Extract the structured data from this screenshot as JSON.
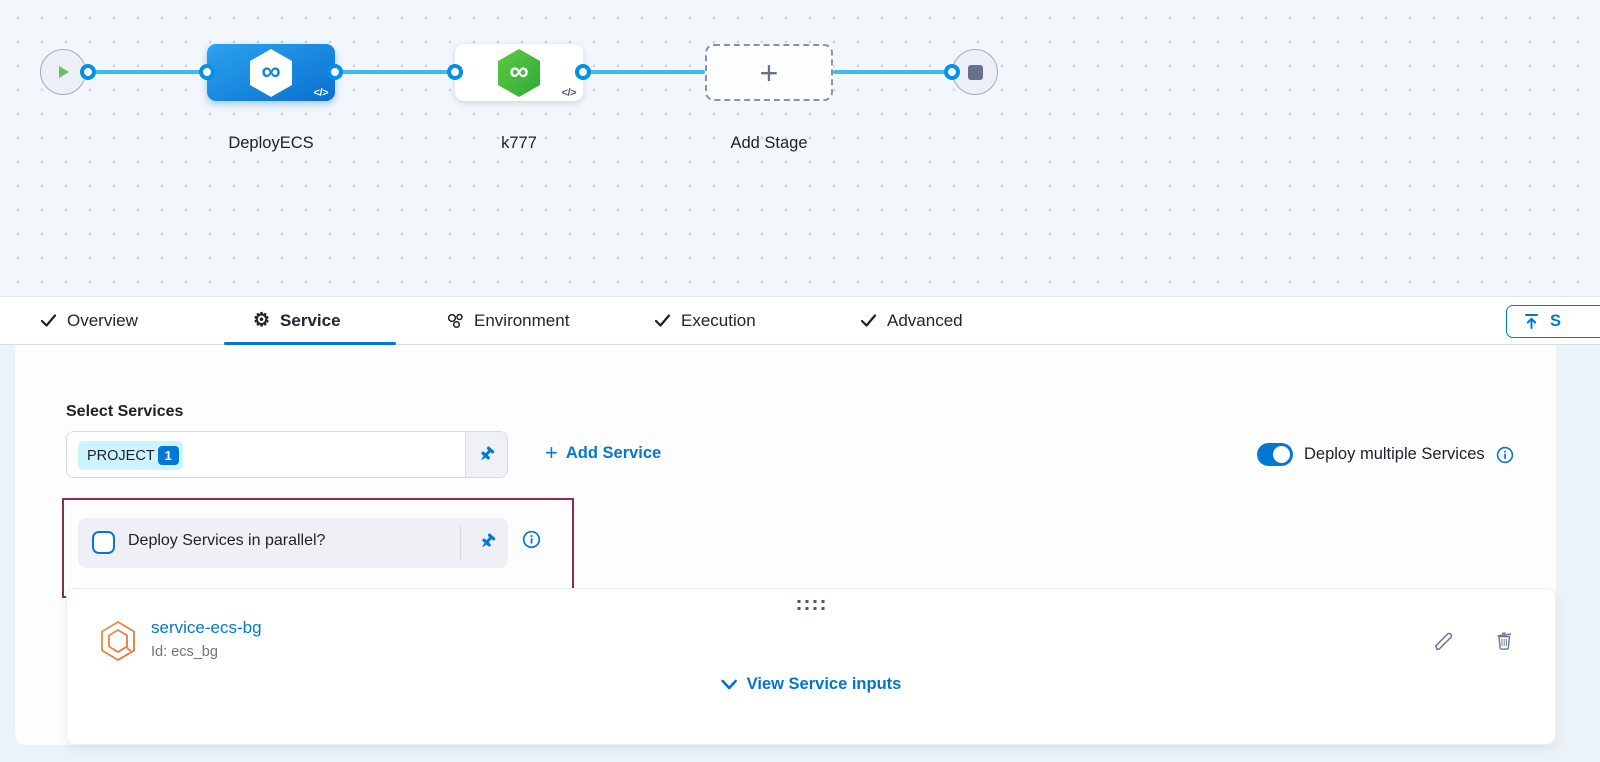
{
  "pipeline": {
    "infinity": "∞",
    "plus": "+",
    "nodes": [
      {
        "label": "DeployECS",
        "badge": "</>"
      },
      {
        "label": "k777",
        "badge": "</>"
      },
      {
        "label": "Add Stage"
      }
    ]
  },
  "tabs": {
    "items": [
      {
        "label": "Overview"
      },
      {
        "label": "Service"
      },
      {
        "label": "Environment"
      },
      {
        "label": "Execution"
      },
      {
        "label": "Advanced"
      }
    ],
    "active": "Service",
    "save_button_visible_text": "S"
  },
  "icons": {
    "gear": "⚙"
  },
  "content": {
    "select_services_label": "Select Services",
    "project_chip": {
      "label": "PROJECT",
      "count": "1"
    },
    "add_service_plus": "+",
    "add_service_label": "Add Service",
    "deploy_multiple": {
      "label": "Deploy multiple Services",
      "enabled": true
    },
    "parallel_checkbox": {
      "label": "Deploy Services in parallel?",
      "checked": false
    },
    "service_card": {
      "name": "service-ecs-bg",
      "id_text": "Id: ecs_bg",
      "view_inputs_label": "View Service inputs"
    }
  },
  "colors": {
    "accent_blue": "#0278d5",
    "connector_blue": "#3cbcf3",
    "node_blue": "#0a70cf",
    "node_green": "#3fb33f",
    "highlight_border": "#8e2c52",
    "canvas_bg": "#f3f7fb",
    "page_bg": "#ebf2f8"
  }
}
